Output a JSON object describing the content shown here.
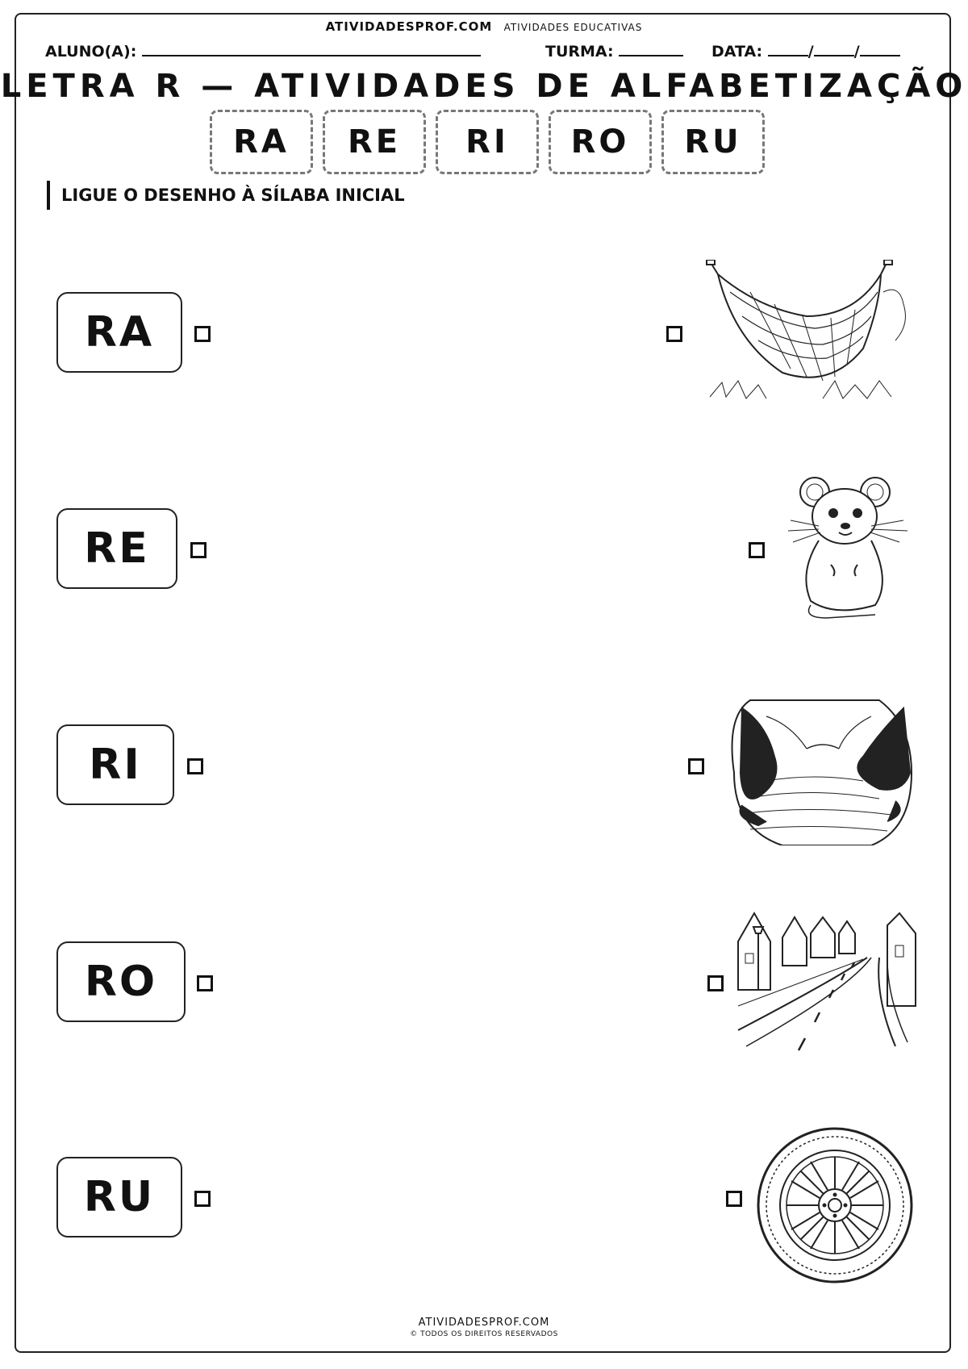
{
  "header": {
    "site": "ATIVIDADESPROF.COM",
    "site_tag": "ATIVIDADES EDUCATIVAS",
    "student_label": "ALUNO(A):",
    "class_label": "TURMA:",
    "date_label": "DATA:",
    "date_sep": "/"
  },
  "title": "LETRA R — ATIVIDADES DE ALFABETIZAÇÃO",
  "syllables": [
    "RA",
    "RE",
    "RI",
    "RO",
    "RU"
  ],
  "instruction": "LIGUE O DESENHO À SÍLABA INICIAL",
  "rows": [
    {
      "syllable": "RA",
      "picture": "hammock-picture"
    },
    {
      "syllable": "RE",
      "picture": "mouse-picture"
    },
    {
      "syllable": "RI",
      "picture": "river-picture"
    },
    {
      "syllable": "RO",
      "picture": "road-picture"
    },
    {
      "syllable": "RU",
      "picture": "wheel-picture"
    }
  ],
  "footer": {
    "site": "ATIVIDADESPROF.COM",
    "rights": "© TODOS OS DIREITOS RESERVADOS"
  }
}
